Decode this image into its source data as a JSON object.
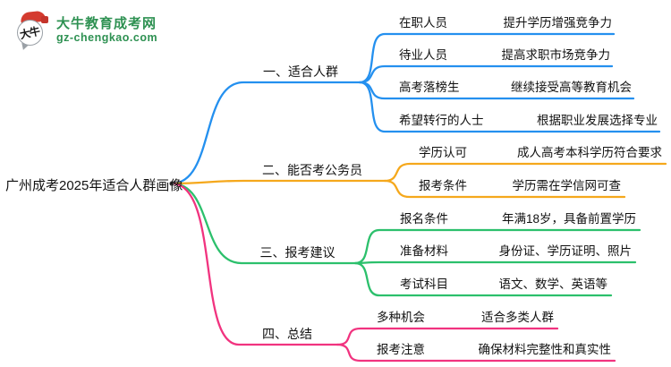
{
  "logo": {
    "icon_text": "大牛",
    "site_name": "大牛教育成考网",
    "site_url": "gz-chengkao.com"
  },
  "center": {
    "title": "广州成考2025年适合人群画像"
  },
  "branches": [
    {
      "label": "一、适合人群",
      "color": "#2490EF",
      "items": [
        {
          "label": "在职人员",
          "value": "提升学历增强竞争力"
        },
        {
          "label": "待业人员",
          "value": "提高求职市场竞争力"
        },
        {
          "label": "高考落榜生",
          "value": "继续接受高等教育机会"
        },
        {
          "label": "希望转行的人士",
          "value": "根据职业发展选择专业"
        }
      ]
    },
    {
      "label": "二、能否考公务员",
      "color": "#F5A81C",
      "items": [
        {
          "label": "学历认可",
          "value": "成人高考本科学历符合要求"
        },
        {
          "label": "报考条件",
          "value": "学历需在学信网可查"
        }
      ]
    },
    {
      "label": "三、报考建议",
      "color": "#2CC06C",
      "items": [
        {
          "label": "报名条件",
          "value": "年满18岁，具备前置学历"
        },
        {
          "label": "准备材料",
          "value": "身份证、学历证明、照片"
        },
        {
          "label": "考试科目",
          "value": "语文、数学、英语等"
        }
      ]
    },
    {
      "label": "四、总结",
      "color": "#F1337F",
      "items": [
        {
          "label": "多种机会",
          "value": "适合多类人群"
        },
        {
          "label": "报考注意",
          "value": "确保材料完整性和真实性"
        }
      ]
    }
  ]
}
